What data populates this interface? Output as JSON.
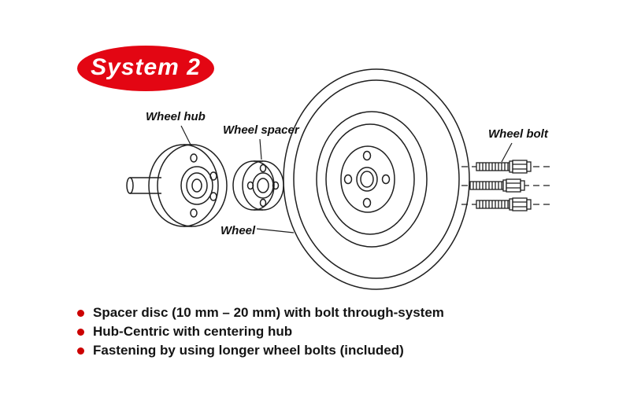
{
  "badge": {
    "label": "System 2"
  },
  "colors": {
    "accent": "#e30613",
    "bullet": "#cc0000",
    "line": "#1f1f1f"
  },
  "diagram": {
    "labels": {
      "wheel_hub": "Wheel hub",
      "wheel_spacer": "Wheel spacer",
      "wheel": "Wheel",
      "wheel_bolt": "Wheel bolt"
    }
  },
  "bullets": {
    "items": [
      "Spacer disc (10 mm – 20 mm) with bolt through-system",
      "Hub-Centric with centering hub",
      "Fastening by using longer wheel bolts (included)"
    ]
  }
}
